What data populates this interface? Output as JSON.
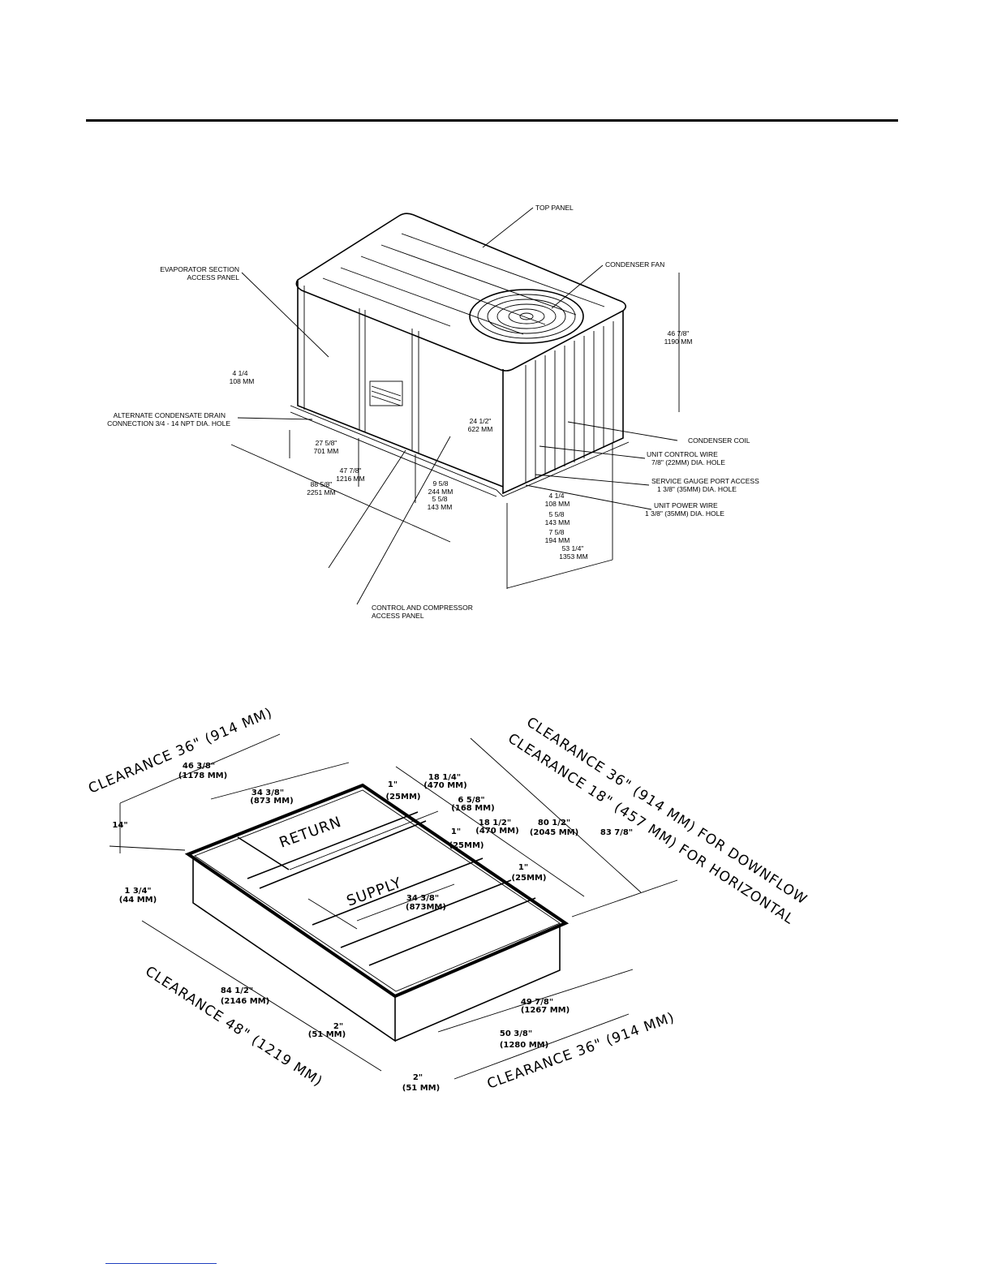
{
  "unit_drawing": {
    "labels": {
      "top_panel": "TOP PANEL",
      "condenser_fan": "CONDENSER FAN",
      "evap_line1": "EVAPORATOR SECTION",
      "evap_line2": "ACCESS PANEL",
      "alt_drain_line1": "ALTERNATE CONDENSATE DRAIN",
      "alt_drain_line2": "CONNECTION 3/4 - 14 NPT DIA. HOLE",
      "condenser_coil": "CONDENSER COIL",
      "control_wire_line1": "UNIT CONTROL WIRE",
      "control_wire_line2": "7/8\" (22MM) DIA. HOLE",
      "gauge_line1": "SERVICE GAUGE PORT ACCESS",
      "gauge_line2": "1 3/8\" (35MM) DIA. HOLE",
      "power_line1": "UNIT POWER WIRE",
      "power_line2": "1 3/8\" (35MM) DIA. HOLE",
      "control_panel_line1": "CONTROL AND COMPRESSOR",
      "control_panel_line2": "ACCESS PANEL"
    },
    "dims": {
      "height_in": "46 7/8\"",
      "height_mm": "1190 MM",
      "base_in": "4 1/4",
      "base_mm": "108 MM",
      "d27_in": "27 5/8\"",
      "d27_mm": "701 MM",
      "d47_in": "47 7/8\"",
      "d47_mm": "1216 MM",
      "d88_in": "88 5/8\"",
      "d88_mm": "2251 MM",
      "d24_in": "24 1/2\"",
      "d24_mm": "622 MM",
      "d9_in": "9 5/8",
      "d9_mm": "244 MM",
      "d5a_in": "5 5/8",
      "d5a_mm": "143 MM",
      "d4b_in": "4 1/4",
      "d4b_mm": "108 MM",
      "d5b_in": "5 5/8",
      "d5b_mm": "143 MM",
      "d7_in": "7 5/8",
      "d7_mm": "194 MM",
      "d53_in": "53 1/4\"",
      "d53_mm": "1353 MM"
    }
  },
  "curb_drawing": {
    "labels": {
      "clear_left_top": "CLEARANCE 36\" (914 MM)",
      "clear_right_1": "CLEARANCE 36\" (914 MM) FOR DOWNFLOW",
      "clear_right_2": "CLEARANCE 18\" (457 MM) FOR HORIZONTAL",
      "clear_left_bottom": "CLEARANCE 48\" (1219 MM)",
      "clear_bottom_right": "CLEARANCE 36\" (914 MM)",
      "return": "RETURN",
      "supply": "SUPPLY"
    },
    "dims": {
      "d46_in": "46 3/8\"",
      "d46_mm": "(1178 MM)",
      "d34a_in": "34 3/8\"",
      "d34a_mm": "(873 MM)",
      "d14": "14\"",
      "d1_34_in": "1 3/4\"",
      "d1_34_mm": "(44 MM)",
      "d18_14_in": "18 1/4\"",
      "d18_14_mm": "(470 MM)",
      "d1a_in": "1\"",
      "d1a_mm": "(25MM)",
      "d6_in": "6 5/8\"",
      "d6_mm": "(168 MM)",
      "d18_12_in": "18 1/2\"",
      "d18_12_mm": "(470 MM)",
      "d1b_in": "1\"",
      "d1b_mm": "(25MM)",
      "d1c_in": "1\"",
      "d1c_mm": "(25MM)",
      "d80_in": "80 1/2\"",
      "d80_mm": "(2045 MM)",
      "d83": "83 7/8\"",
      "d34b_in": "34 3/8\"",
      "d34b_mm": "(873MM)",
      "d84_in": "84 1/2\"",
      "d84_mm": "(2146 MM)",
      "d2a_in": "2\"",
      "d2a_mm": "(51 MM)",
      "d49_in": "49 7/8\"",
      "d49_mm": "(1267 MM)",
      "d50_in": "50 3/8\"",
      "d50_mm": "(1280 MM)",
      "d2b_in": "2\"",
      "d2b_mm": "(51 MM)"
    }
  }
}
